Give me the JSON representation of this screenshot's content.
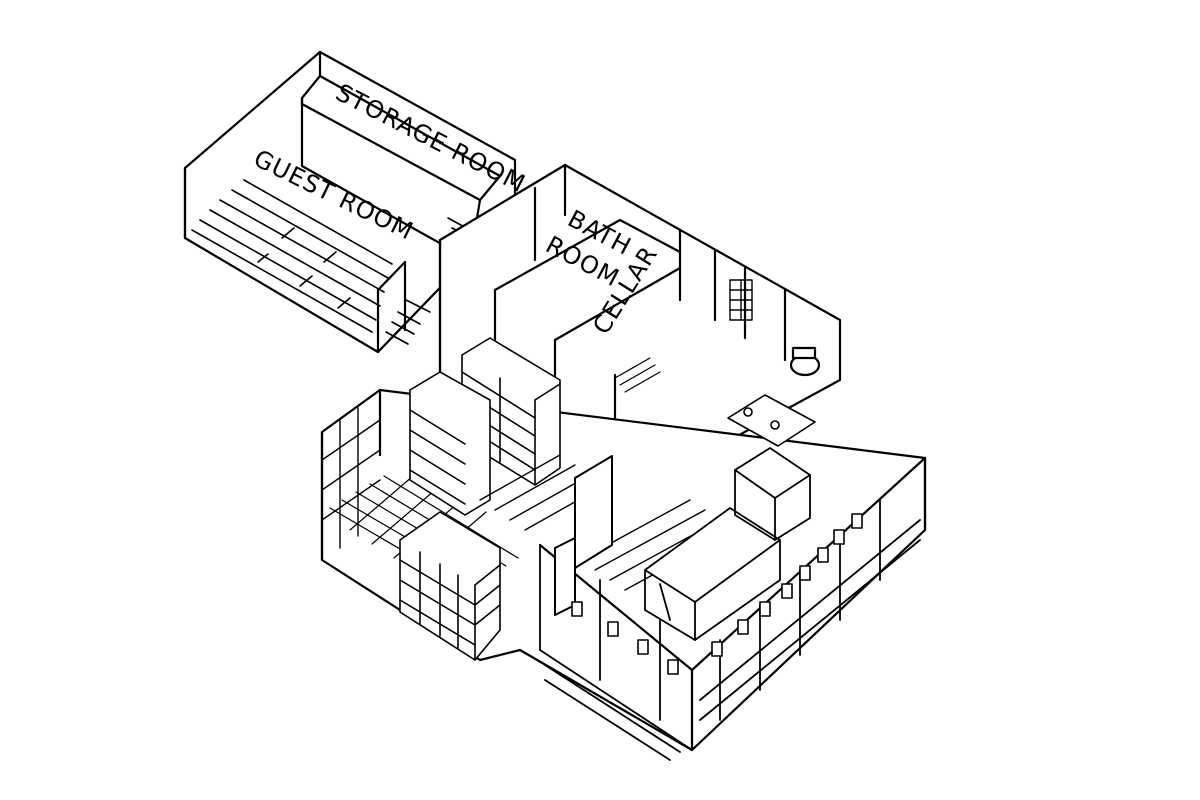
{
  "labels": {
    "storage_room": "STORAGE ROOM",
    "guest_room": "GUEST ROOM",
    "bath": "BATH",
    "room": "ROOM",
    "cellar": "CELLAR"
  },
  "colors": {
    "ink": "#000000",
    "paper": "#ffffff"
  }
}
